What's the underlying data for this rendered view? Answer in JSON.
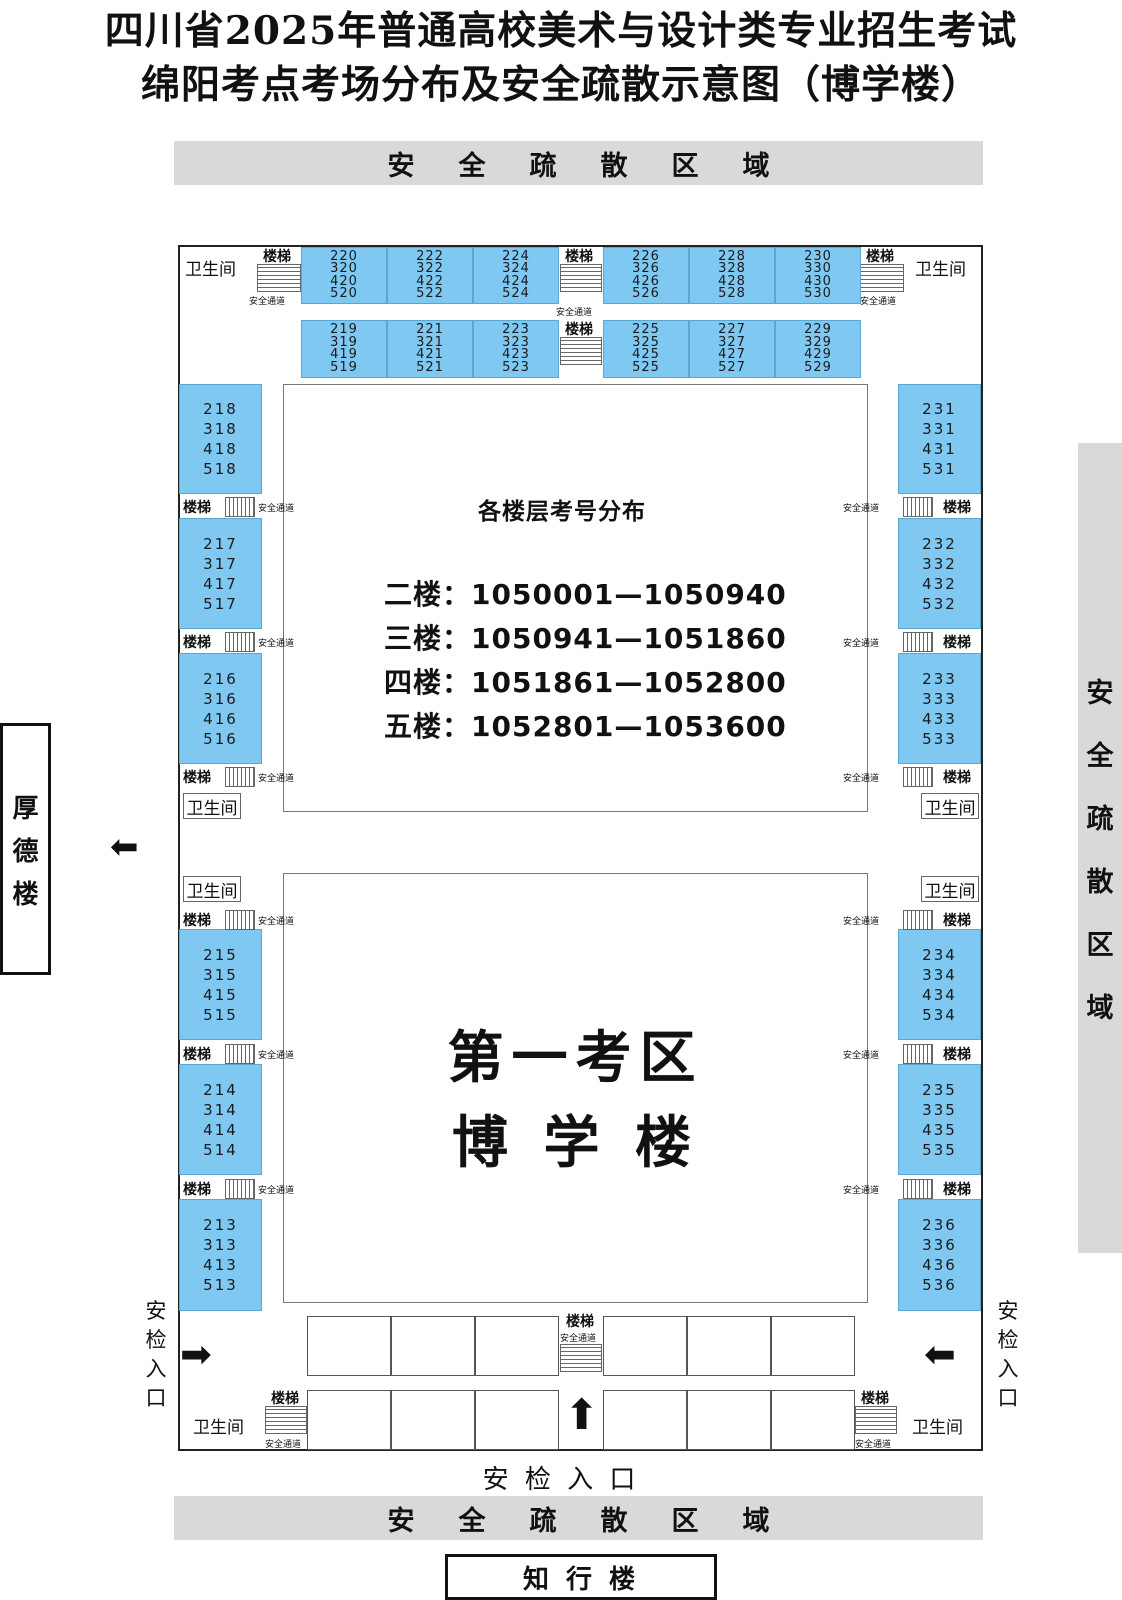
{
  "title_line1": "四川省2025年普通高校美术与设计类专业招生考试",
  "title_line2": "绵阳考点考场分布及安全疏散示意图（博学楼）",
  "evac_top": [
    "安",
    "全",
    "疏",
    "散",
    "区",
    "域"
  ],
  "evac_bottom": [
    "安",
    "全",
    "疏",
    "散",
    "区",
    "域"
  ],
  "evac_right": [
    "安",
    "全",
    "疏",
    "散",
    "区",
    "域"
  ],
  "left_building": [
    "厚",
    "德",
    "楼"
  ],
  "bottom_building": "知 行 楼",
  "security_left": [
    "安",
    "检",
    "入",
    "口"
  ],
  "security_right": [
    "安",
    "检",
    "入",
    "口"
  ],
  "security_bottom": "安 检 入 口",
  "labels": {
    "wc": "卫生间",
    "stairs": "楼梯",
    "passage": "安全通道"
  },
  "floor_heading": "各楼层考号分布",
  "floors": [
    {
      "label": "二楼：",
      "range": "1050001—1050940"
    },
    {
      "label": "三楼：",
      "range": "1050941—1051860"
    },
    {
      "label": "四楼：",
      "range": "1051861—1052800"
    },
    {
      "label": "五楼：",
      "range": "1052801—1053600"
    }
  ],
  "zone_name": "第一考区",
  "zone_building": "博 学 楼",
  "rooms": {
    "top_row1": [
      [
        "220",
        "320",
        "420",
        "520"
      ],
      [
        "222",
        "322",
        "422",
        "522"
      ],
      [
        "224",
        "324",
        "424",
        "524"
      ],
      [
        "226",
        "326",
        "426",
        "526"
      ],
      [
        "228",
        "328",
        "428",
        "528"
      ],
      [
        "230",
        "330",
        "430",
        "530"
      ]
    ],
    "top_row2": [
      [
        "219",
        "319",
        "419",
        "519"
      ],
      [
        "221",
        "321",
        "421",
        "521"
      ],
      [
        "223",
        "323",
        "423",
        "523"
      ],
      [
        "225",
        "325",
        "425",
        "525"
      ],
      [
        "227",
        "327",
        "427",
        "527"
      ],
      [
        "229",
        "329",
        "429",
        "529"
      ]
    ],
    "left": [
      [
        "218",
        "318",
        "418",
        "518"
      ],
      [
        "217",
        "317",
        "417",
        "517"
      ],
      [
        "216",
        "316",
        "416",
        "516"
      ],
      [
        "215",
        "315",
        "415",
        "515"
      ],
      [
        "214",
        "314",
        "414",
        "514"
      ],
      [
        "213",
        "313",
        "413",
        "513"
      ]
    ],
    "right": [
      [
        "231",
        "331",
        "431",
        "531"
      ],
      [
        "232",
        "332",
        "432",
        "532"
      ],
      [
        "233",
        "333",
        "433",
        "533"
      ],
      [
        "234",
        "334",
        "434",
        "534"
      ],
      [
        "235",
        "335",
        "435",
        "535"
      ],
      [
        "236",
        "336",
        "436",
        "536"
      ]
    ]
  },
  "arrows": {
    "left": "⬅",
    "right_in": "➡",
    "left_in": "⬅",
    "up": "⬆"
  }
}
